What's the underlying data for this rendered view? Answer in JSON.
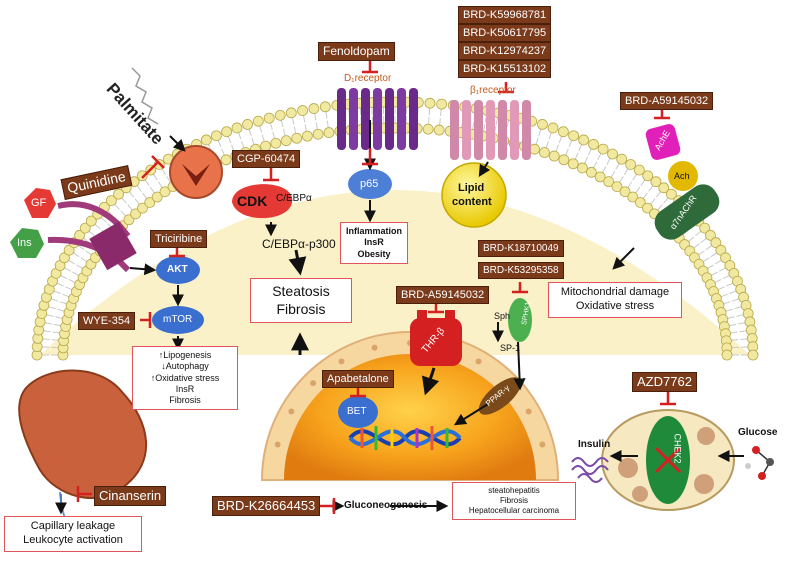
{
  "drugs": {
    "fenoldopam": "Fenoldopam",
    "brd_k59968781": "BRD-K59968781",
    "brd_k50617795": "BRD-K50617795",
    "brd_k12974237": "BRD-K12974237",
    "brd_k15513102": "BRD-K15513102",
    "brd_a59145032_top": "BRD-A59145032",
    "quinidine": "Quinidine",
    "cgp_60474": "CGP-60474",
    "triciribine": "Triciribine",
    "wye_354": "WYE-354",
    "brd_k18710049": "BRD-K18710049",
    "brd_k53295358": "BRD-K53295358",
    "brd_a59145032_mid": "BRD-A59145032",
    "apabetalone": "Apabetalone",
    "azd7762": "AZD7762",
    "cinanserin": "Cinanserin",
    "brd_k26664453": "BRD-K26664453"
  },
  "molecules": {
    "palmitate": "Palmitate",
    "d1_receptor": "D₁receptor",
    "beta1_receptor": "β₁receptor",
    "gf": "GF",
    "ins": "Ins",
    "cdk": "CDK",
    "cebpa": "C/EBPα",
    "cebpa_p300": "C/EBPα-p300",
    "p65": "p65",
    "lipid": "Lipid",
    "content": "content",
    "ache": "AchE",
    "ach": "Ach",
    "a7nachr": "α7nAChR",
    "akt": "AKT",
    "mtor": "mTOR",
    "sph": "Sph",
    "sphk1": "SPHK1",
    "sp1": "SP-1",
    "thr_b": "THR-β",
    "ppar": "PPAR-γ",
    "bet": "BET",
    "chek2": "CHEK2",
    "insulin": "Insulin",
    "glucose": "Glucose",
    "gluconeogenesis": "Gluconeogenesis"
  },
  "outcomes": {
    "inflammation": [
      "Inflammation",
      "InsR",
      "Obesity"
    ],
    "steatosis": [
      "Steatosis",
      "Fibrosis"
    ],
    "mito": [
      "Mitochondrial damage",
      "Oxidative stress"
    ],
    "mtor_effects": [
      "↑Lipogenesis",
      "↓Autophagy",
      "↑Oxidative stress",
      "InsR",
      "Fibrosis"
    ],
    "capillary": [
      "Capillary leakage",
      "Leukocyte activation"
    ],
    "gluco_effects": [
      "steatohepatitis",
      "Fibrosis",
      "Hepatocellular carcinoma"
    ]
  },
  "colors": {
    "drug_box": "#7b3a1a",
    "outcome_border": "#e0555a",
    "inhibit": "#d42020",
    "membrane_head": "#f2e9a0",
    "cytoplasm": "#fbf1c8",
    "nucleus": "#f7a21c"
  }
}
